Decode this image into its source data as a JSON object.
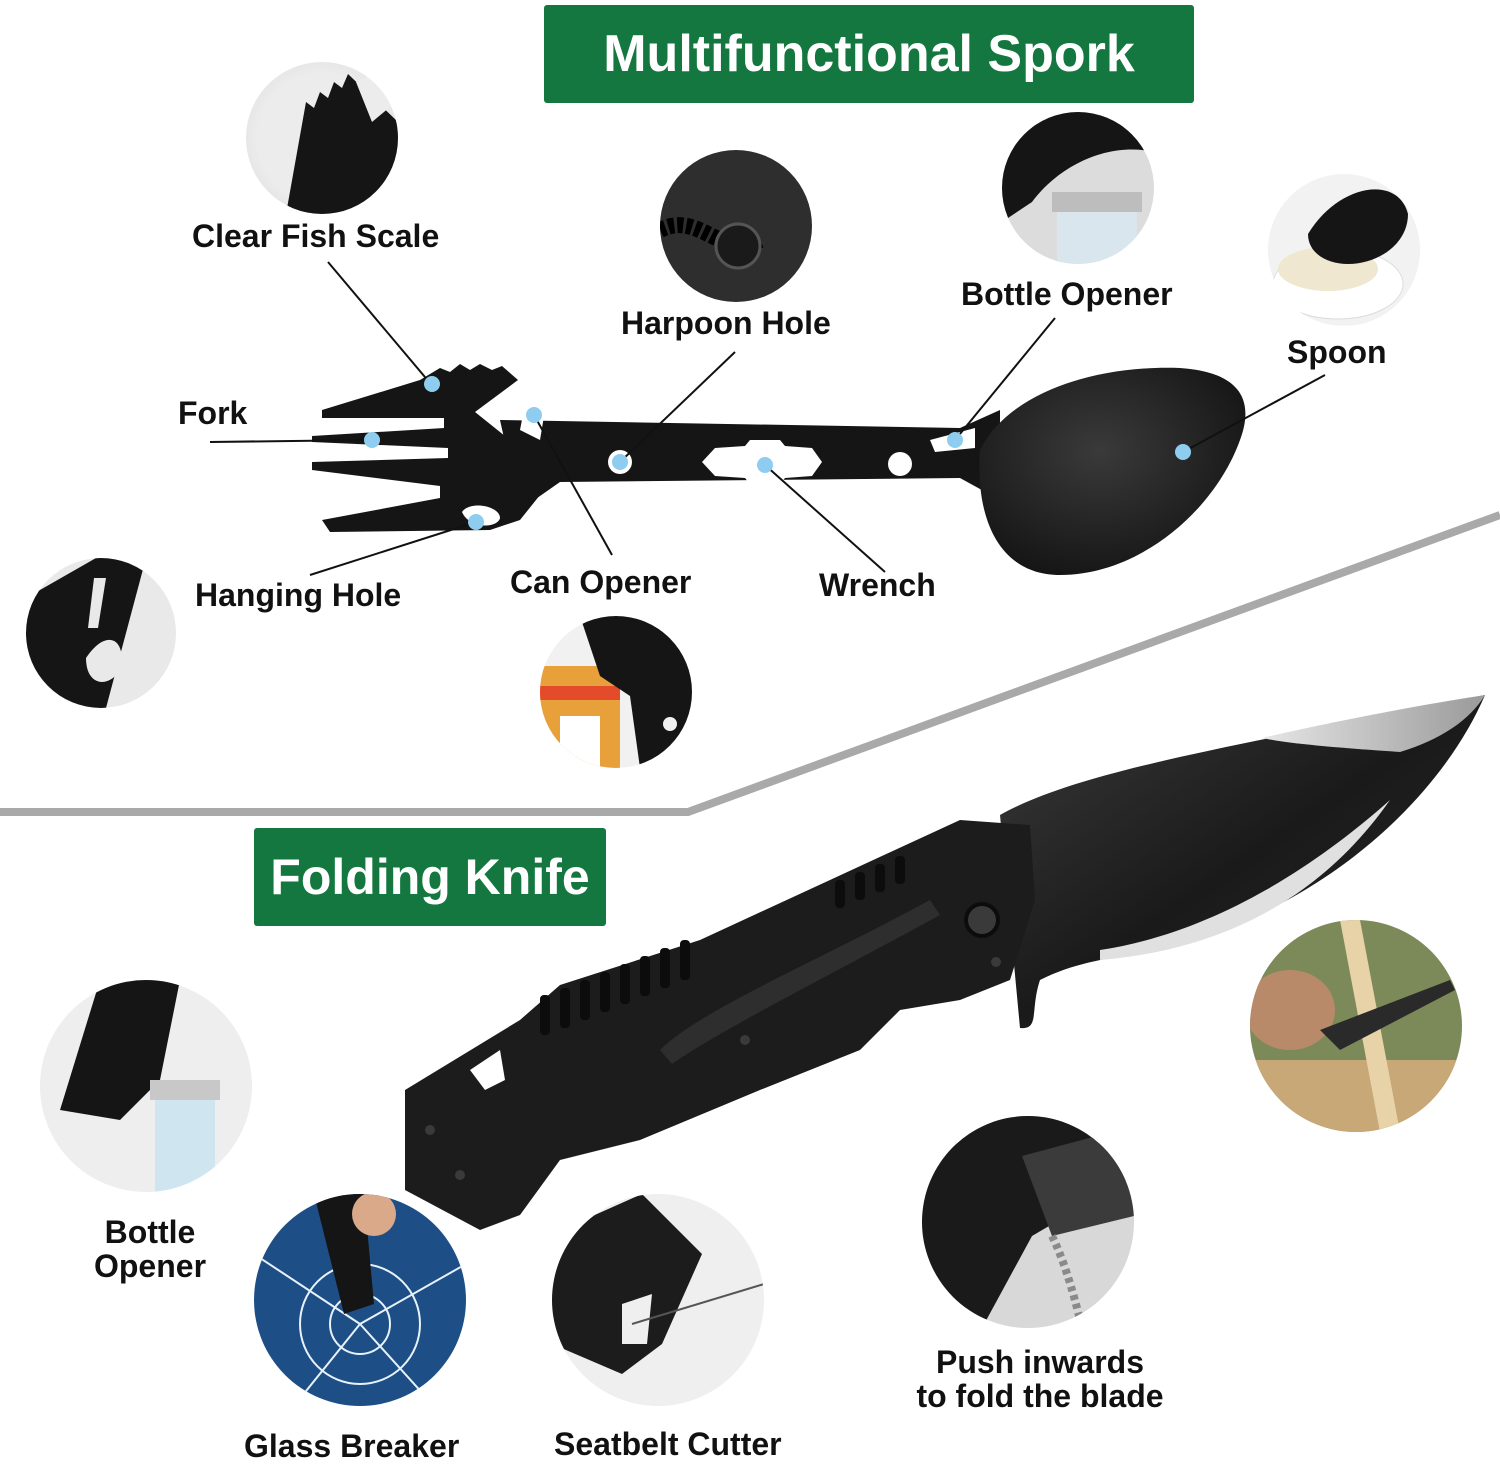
{
  "spork_section": {
    "title": "Multifunctional Spork",
    "labels": {
      "clear_fish_scale": "Clear Fish Scale",
      "fork": "Fork",
      "hanging_hole": "Hanging Hole",
      "harpoon_hole": "Harpoon Hole",
      "can_opener": "Can Opener",
      "wrench": "Wrench",
      "bottle_opener": "Bottle Opener",
      "spoon": "Spoon"
    }
  },
  "knife_section": {
    "title": "Folding Knife",
    "labels": {
      "bottle_opener_line1": "Bottle",
      "bottle_opener_line2": "Opener",
      "glass_breaker": "Glass Breaker",
      "seatbelt_cutter": "Seatbelt Cutter",
      "push_line1": "Push inwards",
      "push_line2": "to fold the blade"
    }
  },
  "colors": {
    "banner_green": "#14773f",
    "marker_blue": "#8fcdf0",
    "tool_black": "#151515",
    "divider_gray": "#a9a9a9"
  }
}
